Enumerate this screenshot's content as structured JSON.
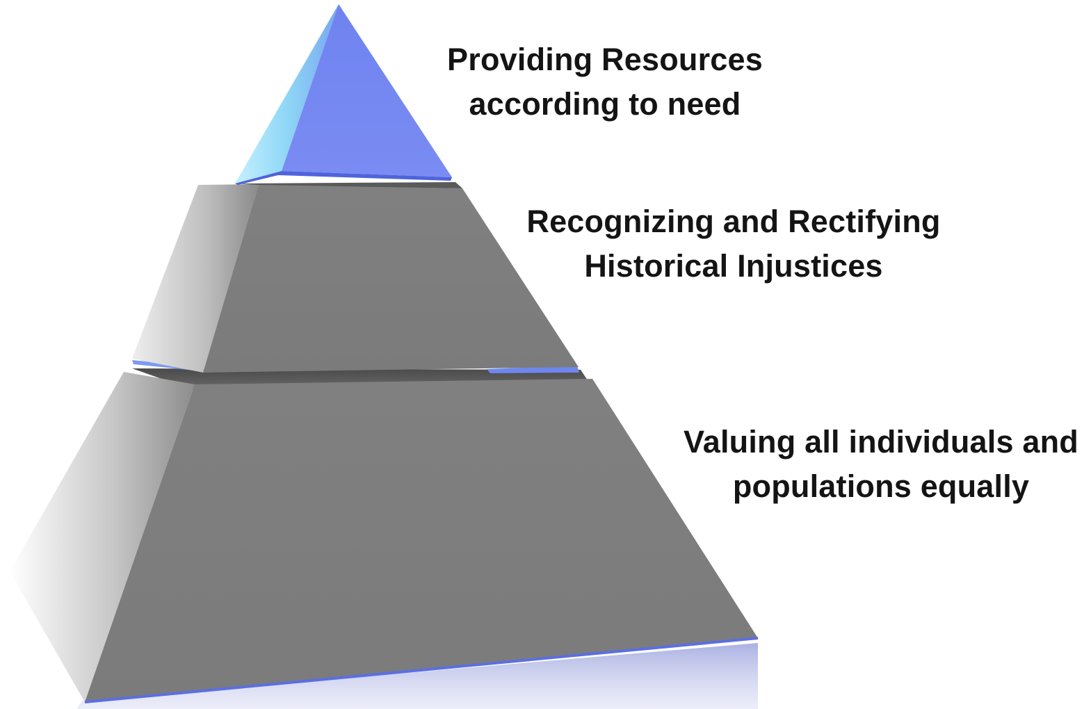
{
  "tiers": {
    "top": {
      "line1": "Providing Resources",
      "line2": "according to need",
      "color": "#7486f2"
    },
    "middle": {
      "line1": "Recognizing and Rectifying",
      "line2": "Historical Injustices",
      "color": "#7b7b7b"
    },
    "bottom": {
      "line1": "Valuing all individuals and",
      "line2": "populations equally",
      "color": "#7a7a7a"
    }
  },
  "accent_edge_color": "#5b6fe0"
}
